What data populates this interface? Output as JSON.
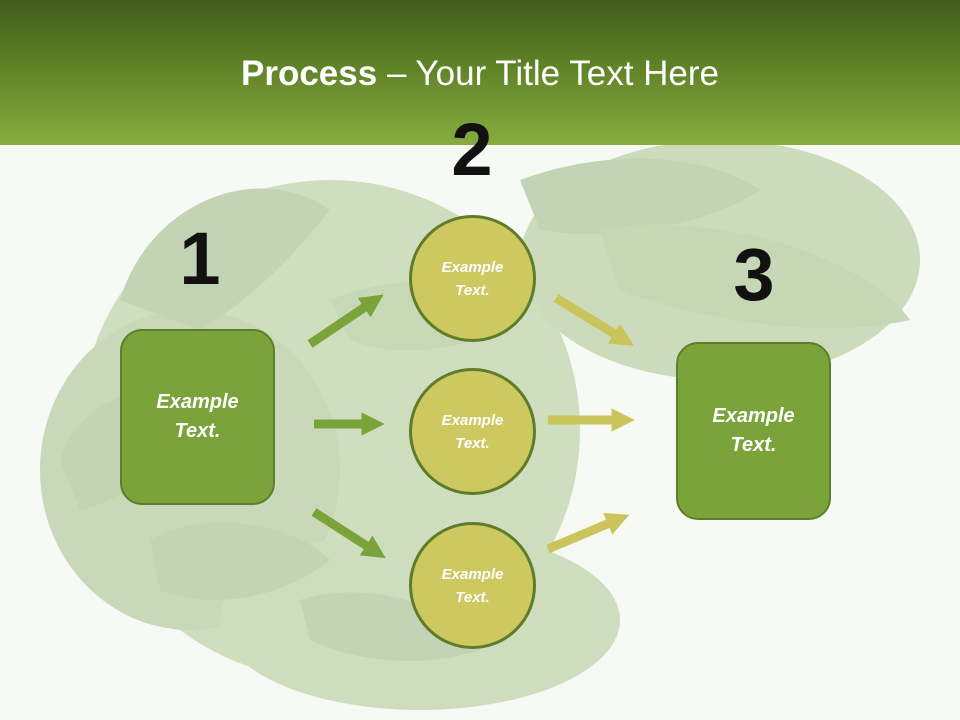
{
  "title": {
    "bold": "Process",
    "rest": " – Your Title Text Here"
  },
  "steps": [
    {
      "number": "1",
      "text_line1": "Example",
      "text_line2": "Text."
    },
    {
      "number": "2"
    },
    {
      "number": "3",
      "text_line1": "Example",
      "text_line2": "Text."
    }
  ],
  "circles": [
    {
      "line1": "Example",
      "line2": "Text."
    },
    {
      "line1": "Example",
      "line2": "Text."
    },
    {
      "line1": "Example",
      "line2": "Text."
    }
  ],
  "colors": {
    "header_dark": "#415b1f",
    "header_light": "#87ad3f",
    "box_fill": "#7aa43a",
    "circle_fill": "#cdc960",
    "arrow_green": "#7aa43a",
    "arrow_yellow": "#c9c55a"
  }
}
